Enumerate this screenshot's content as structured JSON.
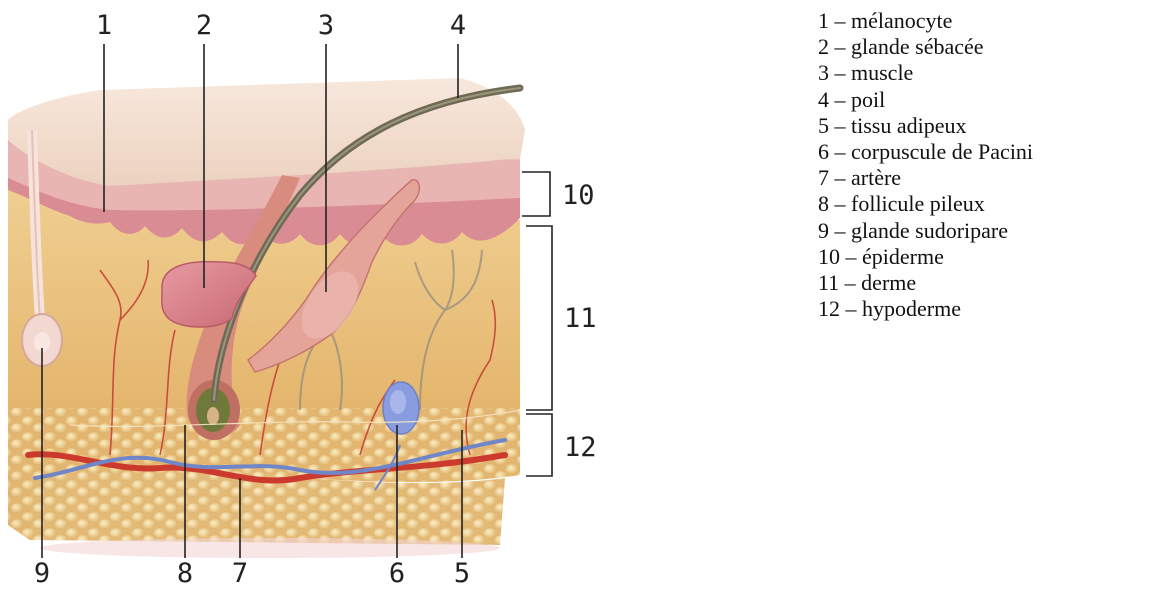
{
  "diagram": {
    "callouts": {
      "c1": "1",
      "c2": "2",
      "c3": "3",
      "c4": "4",
      "c5": "5",
      "c6": "6",
      "c7": "7",
      "c8": "8",
      "c9": "9",
      "c10": "10",
      "c11": "11",
      "c12": "12"
    }
  },
  "legend": {
    "items": [
      "1 – mélanocyte",
      "2 – glande sébacée",
      "3 – muscle",
      "4 – poil",
      "5 – tissu adipeux",
      "6 – corpuscule de Pacini",
      "7 – artère",
      "8 – follicule pileux",
      "9 – glande sudoripare",
      "10 – épiderme",
      "11 – derme",
      "12 – hypoderme"
    ]
  },
  "colors": {
    "epidermis_top": "#f1dccb",
    "epidermis_pink": "#d98c94",
    "dermis": "#eec98a",
    "dermis_side": "#dcb070",
    "hypodermis": "#e6c07a",
    "fat_cell": "#f3dca0",
    "artery": "#cc3a2e",
    "vein": "#6f86c8",
    "hair": "#6f6a55",
    "follicle": "#d88c7e",
    "sebaceous": "#d47a86",
    "pacini": "#8a9ce0",
    "sweat_gland": "#f2d8d0",
    "label_line": "#222222"
  }
}
